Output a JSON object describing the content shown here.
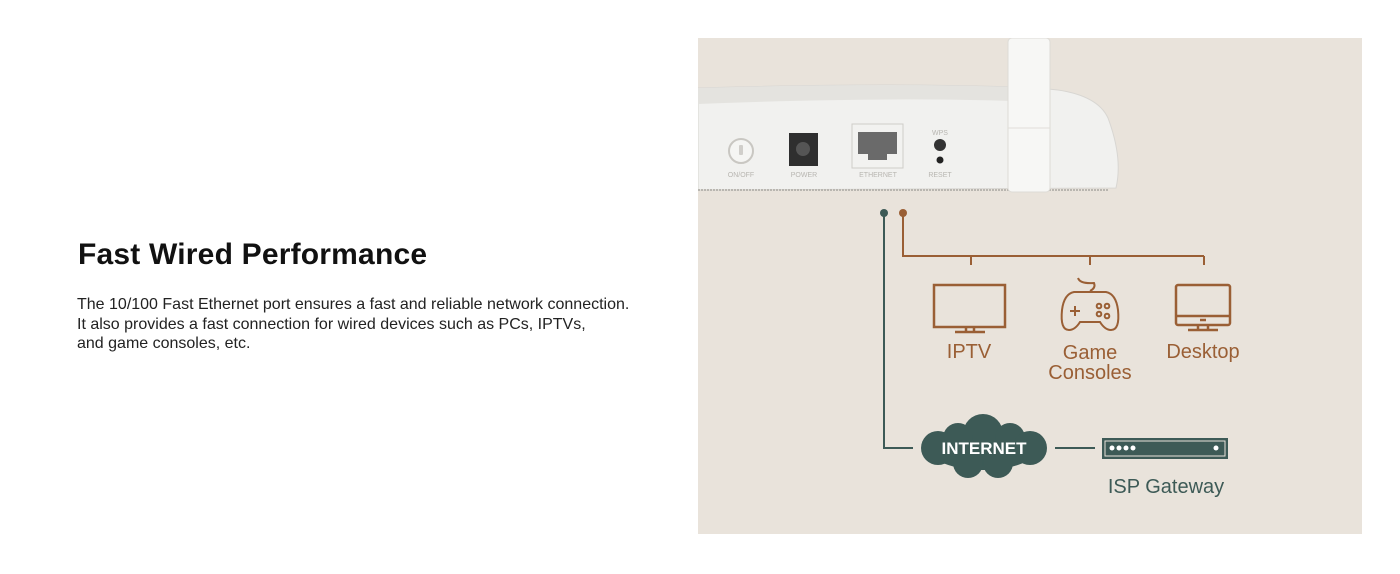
{
  "heading": "Fast Wired Performance",
  "description": [
    "The 10/100 Fast Ethernet port ensures a fast and reliable network connection.",
    "It also provides a fast connection for wired devices such as PCs, IPTVs,",
    "and game consoles, etc."
  ],
  "router": {
    "ports": [
      "ON/OFF",
      "POWER",
      "ETHERNET",
      "RESET"
    ],
    "wps_label": "WPS"
  },
  "devices": {
    "iptv": "IPTV",
    "game_line1": "Game",
    "game_line2": "Consoles",
    "desktop": "Desktop"
  },
  "internet_label": "INTERNET",
  "gateway_label": "ISP Gateway",
  "colors": {
    "brown": "#9a5f35",
    "teal": "#3d5a56",
    "panel": "#e9e3db"
  }
}
